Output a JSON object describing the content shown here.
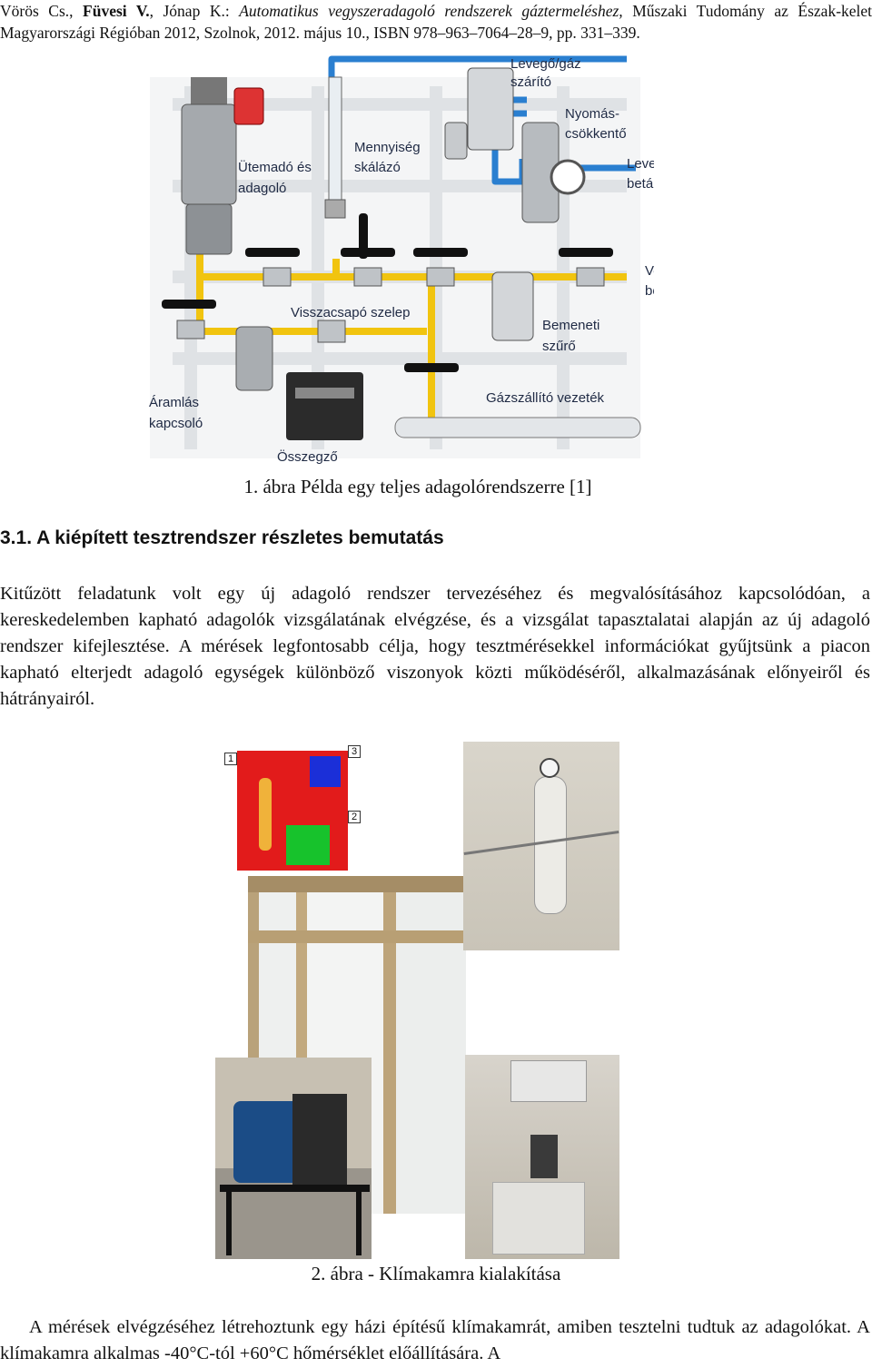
{
  "header": {
    "author1": "Vörös Cs.,",
    "author2": "Füvesi V.",
    "author3": ", Jónap K.:",
    "title": "Automatikus vegyszeradagoló rendszerek gáztermeléshez,",
    "venue": "Műszaki Tudomány az Észak-kelet Magyarországi Régióban 2012, Szolnok, 2012. május 10., ISBN 978–963–7064–28–9, pp. 331–339."
  },
  "figure1": {
    "labels": {
      "dryer_1": "Levegő/gáz",
      "dryer_2": "szárító",
      "reducer_1": "Nyomás-",
      "reducer_2": "csökkentő",
      "air_1": "Levegő/gáz",
      "air_2": "betáplálás",
      "scaler_1": "Mennyiség",
      "scaler_2": "skálázó",
      "doser_1": "Ütemadó és",
      "doser_2": "adagoló",
      "chem_1": "Vegyszer",
      "chem_2": "bemenet",
      "check_valve": "Visszacsapó szelep",
      "filter_1": "Bemeneti",
      "filter_2": "szűrő",
      "flow_1": "Áramlás",
      "flow_2": "kapcsoló",
      "gas_line": "Gázszállító vezeték",
      "totalizer": "Összegző"
    },
    "caption": "1. ábra Példa egy teljes adagolórendszerre [1]"
  },
  "section_title": "3.1. A kiépített tesztrendszer részletes bemutatás",
  "paragraph1": "Kitűzött feladatunk volt egy új adagoló rendszer tervezéséhez és megvalósításához kapcsolódóan, a kereskedelemben kapható adagolók vizsgálatának elvégzése, és a vizsgálat tapasztalatai alapján az új adagoló rendszer kifejlesztése. A mérések legfontosabb célja, hogy tesztmérésekkel információkat gyűjtsünk a piacon kapható elterjedt adagoló egységek különböző viszonyok közti működéséről, alkalmazásának előnyeiről és hátrányairól.",
  "figure2": {
    "cad_label_1": "1",
    "cad_label_2": "2",
    "cad_label_3": "3",
    "caption": "2. ábra - Klímakamra kialakítása"
  },
  "paragraph2": "A mérések elvégzéséhez létrehoztunk egy házi építésű klímakamrát, amiben tesztelni tudtuk az adagolókat. A klímakamra alkalmas -40°C-tól +60°C hőmérséklet előállítására. A"
}
